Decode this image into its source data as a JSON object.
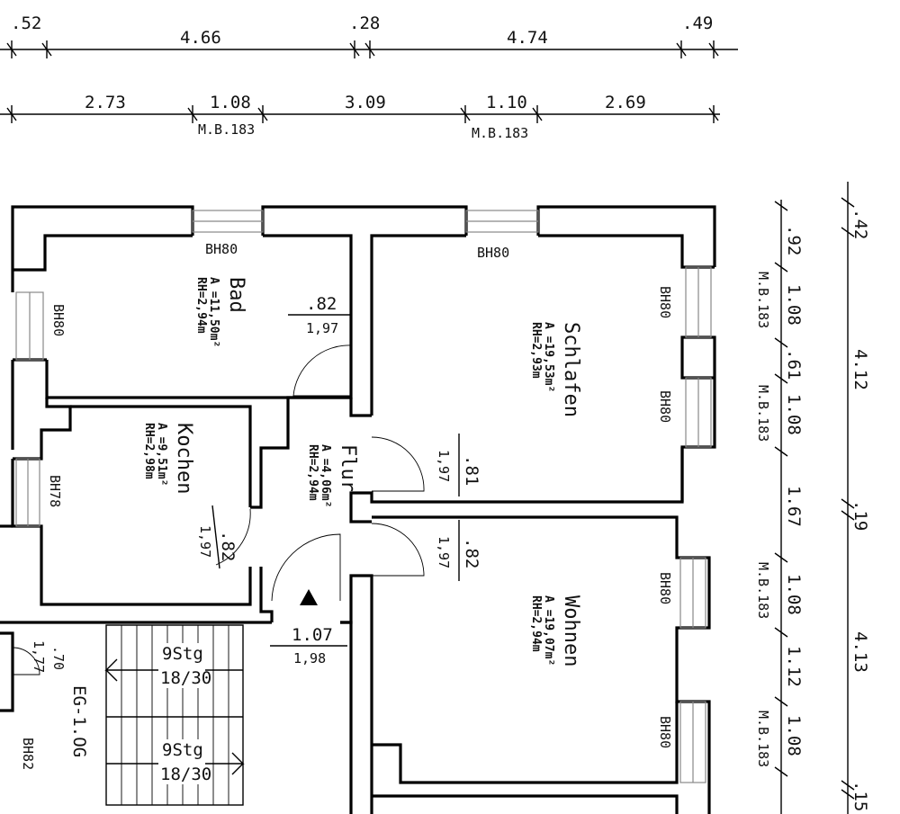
{
  "dimensions": {
    "top_row_1": [
      ".52",
      "4.66",
      ".28",
      "4.74",
      ".49"
    ],
    "top_row_2": [
      "2.73",
      "1.08",
      "3.09",
      "1.10",
      "2.69"
    ],
    "top_row_2_notes": [
      "M.B.183",
      "M.B.183"
    ],
    "right_col_1": [
      ".92",
      "1.08",
      ".61",
      "1.08",
      "1.67",
      "1.08",
      "1.12",
      "1.08"
    ],
    "right_col_1_notes": [
      "M.B.183",
      "M.B.183",
      "M.B.183",
      "M.B.183"
    ],
    "right_col_2": [
      ".42",
      "4.12",
      ".19",
      "4.13",
      ".15"
    ]
  },
  "rooms": {
    "bad": {
      "name": "Bad",
      "area": "A =11,50m²",
      "height": "RH=2,94m"
    },
    "schlafen": {
      "name": "Schlafen",
      "area": "A =19,53m²",
      "height": "RH=2,93m"
    },
    "kochen": {
      "name": "Kochen",
      "area": "A =9,51m²",
      "height": "RH=2,98m"
    },
    "flur": {
      "name": "Flur",
      "area": "A =4,06m²",
      "height": "RH=2,94m"
    },
    "wohnen": {
      "name": "Wohnen",
      "area": "A =19,07m²",
      "height": "RH=2,94m"
    }
  },
  "windows": {
    "bad_top": "BH80",
    "schlafen_top": "BH80",
    "bad_left": "BH80",
    "schlafen_right_1": "BH80",
    "schlafen_right_2": "BH80",
    "kochen_left": "BH78",
    "wohnen_right_1": "BH80",
    "wohnen_right_2": "BH80",
    "stair_left": "BH82"
  },
  "doors": {
    "bad": {
      "width": ".82",
      "height": "1,97"
    },
    "schlafen": {
      "width": ".81",
      "height": "1,97"
    },
    "wohnen": {
      "width": ".82",
      "height": "1,97"
    },
    "kochen": {
      "width": ".82",
      "height": "1,97"
    },
    "entry": {
      "width": "1.07",
      "height": "1,98"
    },
    "stair_side": {
      "width": ".70",
      "height": "1,77"
    }
  },
  "stairs": {
    "label": "EG-1.OG",
    "flight_1_steps": "9Stg",
    "flight_1_ratio": "18/30",
    "flight_2_steps": "9Stg",
    "flight_2_ratio": "18/30"
  }
}
